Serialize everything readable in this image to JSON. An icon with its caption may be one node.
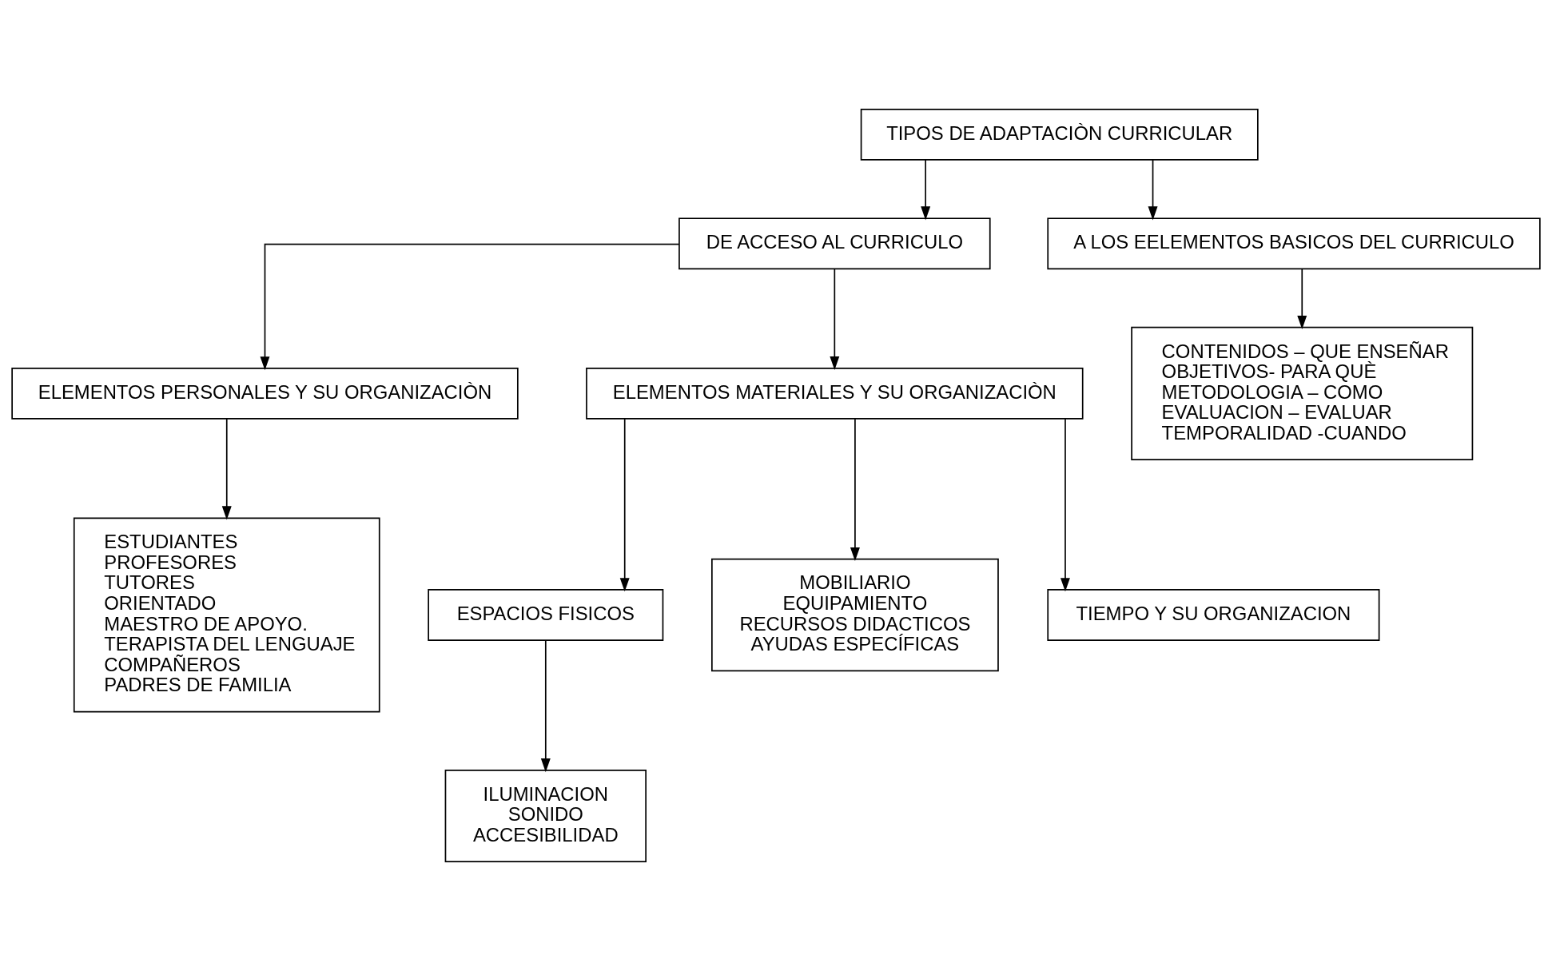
{
  "diagram": {
    "nodes": [
      {
        "text": [
          "TIPOS DE ADAPTACIÒN CURRICULAR"
        ]
      },
      {
        "text": [
          "DE ACCESO AL CURRICULO"
        ]
      },
      {
        "text": [
          "A LOS EELEMENTOS BASICOS DEL CURRICULO"
        ]
      },
      {
        "text": [
          "ELEMENTOS PERSONALES Y SU ORGANIZACIÒN"
        ]
      },
      {
        "text": [
          "ELEMENTOS MATERIALES Y SU ORGANIZACIÒN"
        ]
      },
      {
        "text": [
          "CONTENIDOS – QUE ENSEÑAR",
          "OBJETIVOS- PARA QUÈ",
          "METODOLOGIA – COMO",
          "EVALUACION – EVALUAR",
          "TEMPORALIDAD -CUANDO"
        ]
      },
      {
        "text": [
          "ESTUDIANTES",
          "PROFESORES",
          "TUTORES",
          "ORIENTADO",
          "MAESTRO DE APOYO.",
          "TERAPISTA DEL LENGUAJE",
          "COMPAÑEROS",
          "PADRES DE FAMILIA"
        ]
      },
      {
        "text": [
          "ESPACIOS FISICOS"
        ]
      },
      {
        "text": [
          "MOBILIARIO",
          "EQUIPAMIENTO",
          "RECURSOS DIDACTICOS",
          "AYUDAS ESPECÍFICAS"
        ]
      },
      {
        "text": [
          "TIEMPO Y SU ORGANIZACION"
        ]
      },
      {
        "text": [
          "ILUMINACION",
          "SONIDO",
          "ACCESIBILIDAD"
        ]
      }
    ],
    "edges": [
      {
        "from": 0,
        "to": 1,
        "arrow": "to"
      },
      {
        "from": 0,
        "to": 2,
        "arrow": "to"
      },
      {
        "from": 1,
        "to": 3,
        "arrow": "to"
      },
      {
        "from": 1,
        "to": 4,
        "arrow": "to"
      },
      {
        "from": 2,
        "to": 5,
        "arrow": "to"
      },
      {
        "from": 3,
        "to": 6,
        "arrow": "to"
      },
      {
        "from": 4,
        "to": 7,
        "arrow": "to"
      },
      {
        "from": 4,
        "to": 8,
        "arrow": "to"
      },
      {
        "from": 4,
        "to": 9,
        "arrow": "to"
      },
      {
        "from": 7,
        "to": 10,
        "arrow": "to"
      }
    ]
  }
}
